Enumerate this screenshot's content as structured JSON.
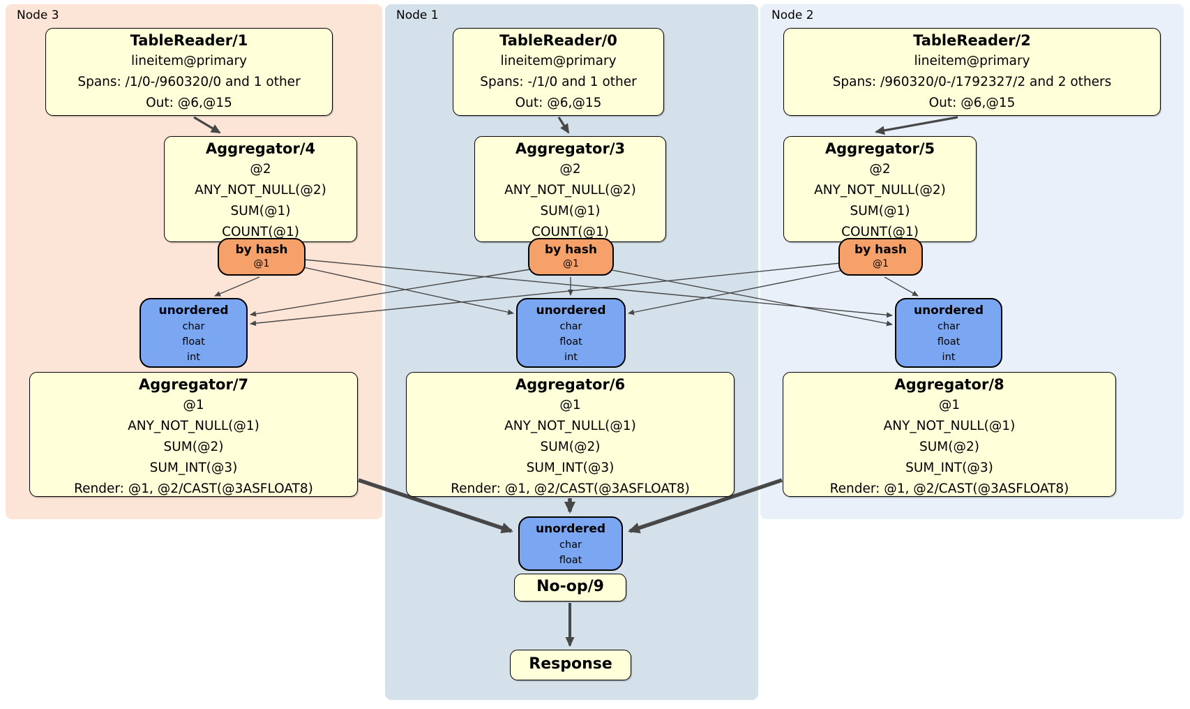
{
  "colors": {
    "node3_region": "#fce4d6",
    "node1_region": "#d4e1ea",
    "node2_region": "#eaf0f9",
    "processor_box": "#ffffd9",
    "router_box": "#f6a06a",
    "sync_box": "#7aa6f2",
    "edge": "#474747",
    "border": "#000000"
  },
  "node3": {
    "label": "Node 3",
    "table_reader": {
      "title": "TableReader/1",
      "lines": [
        "lineitem@primary",
        "Spans: /1/0-/960320/0 and 1 other",
        "Out: @6,@15"
      ]
    },
    "aggregator": {
      "title": "Aggregator/4",
      "lines": [
        "@2",
        "ANY_NOT_NULL(@2)",
        "SUM(@1)",
        "COUNT(@1)"
      ]
    },
    "router": {
      "title": "by hash",
      "lines": [
        "@1"
      ]
    },
    "sync": {
      "title": "unordered",
      "lines": [
        "char",
        "float",
        "int"
      ]
    },
    "aggregator2": {
      "title": "Aggregator/7",
      "lines": [
        "@1",
        "ANY_NOT_NULL(@1)",
        "SUM(@2)",
        "SUM_INT(@3)",
        "Render: @1, @2/CAST(@3ASFLOAT8)"
      ]
    }
  },
  "node1": {
    "label": "Node 1",
    "table_reader": {
      "title": "TableReader/0",
      "lines": [
        "lineitem@primary",
        "Spans: -/1/0 and 1 other",
        "Out: @6,@15"
      ]
    },
    "aggregator": {
      "title": "Aggregator/3",
      "lines": [
        "@2",
        "ANY_NOT_NULL(@2)",
        "SUM(@1)",
        "COUNT(@1)"
      ]
    },
    "router": {
      "title": "by hash",
      "lines": [
        "@1"
      ]
    },
    "sync": {
      "title": "unordered",
      "lines": [
        "char",
        "float",
        "int"
      ]
    },
    "aggregator2": {
      "title": "Aggregator/6",
      "lines": [
        "@1",
        "ANY_NOT_NULL(@1)",
        "SUM(@2)",
        "SUM_INT(@3)",
        "Render: @1, @2/CAST(@3ASFLOAT8)"
      ]
    }
  },
  "node2": {
    "label": "Node 2",
    "table_reader": {
      "title": "TableReader/2",
      "lines": [
        "lineitem@primary",
        "Spans: /960320/0-/1792327/2 and 2 others",
        "Out: @6,@15"
      ]
    },
    "aggregator": {
      "title": "Aggregator/5",
      "lines": [
        "@2",
        "ANY_NOT_NULL(@2)",
        "SUM(@1)",
        "COUNT(@1)"
      ]
    },
    "router": {
      "title": "by hash",
      "lines": [
        "@1"
      ]
    },
    "sync": {
      "title": "unordered",
      "lines": [
        "char",
        "float",
        "int"
      ]
    },
    "aggregator2": {
      "title": "Aggregator/8",
      "lines": [
        "@1",
        "ANY_NOT_NULL(@1)",
        "SUM(@2)",
        "SUM_INT(@3)",
        "Render: @1, @2/CAST(@3ASFLOAT8)"
      ]
    }
  },
  "final": {
    "sync": {
      "title": "unordered",
      "lines": [
        "char",
        "float"
      ]
    },
    "noop": {
      "title": "No-op/9"
    },
    "response": {
      "title": "Response"
    }
  }
}
